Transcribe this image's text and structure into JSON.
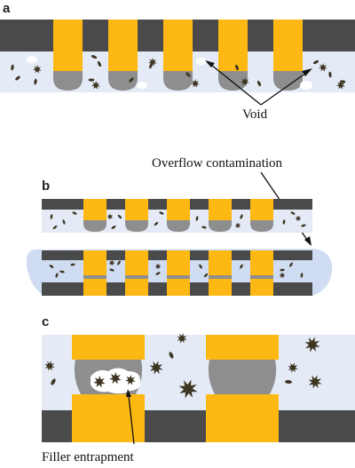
{
  "panels": {
    "a": {
      "letter": "a",
      "callout": "Void"
    },
    "b": {
      "letter": "b",
      "callout": "Overflow contamination"
    },
    "c": {
      "letter": "c",
      "callout": "Filler entrapment"
    }
  },
  "colors": {
    "substrate": "#4a4a4a",
    "bump": "#fdb813",
    "solder_cap": "#8e8e8e",
    "underfill": "#e4ebf7",
    "overflow": "#cfdcf1",
    "filler": "#3e3622",
    "void": "#ffffff"
  }
}
